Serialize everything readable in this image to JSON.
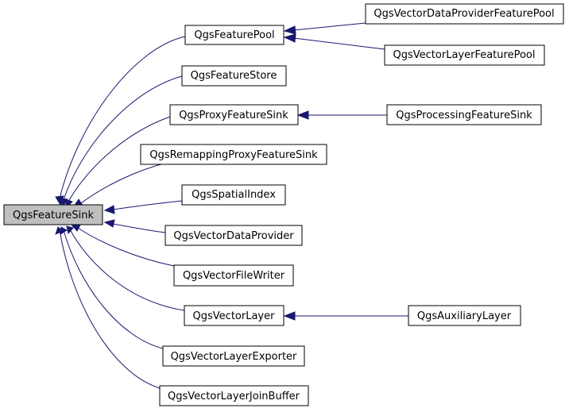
{
  "diagram": {
    "nodes": {
      "root": "QgsFeatureSink",
      "n1": "QgsFeaturePool",
      "n2": "QgsFeatureStore",
      "n3": "QgsProxyFeatureSink",
      "n4": "QgsRemappingProxyFeatureSink",
      "n5": "QgsSpatialIndex",
      "n6": "QgsVectorDataProvider",
      "n7": "QgsVectorFileWriter",
      "n8": "QgsVectorLayer",
      "n9": "QgsVectorLayerExporter",
      "n10": "QgsVectorLayerJoinBuffer",
      "n11": "QgsVectorDataProviderFeaturePool",
      "n12": "QgsVectorLayerFeaturePool",
      "n13": "QgsProcessingFeatureSink",
      "n14": "QgsAuxiliaryLayer"
    },
    "edges": [
      [
        "n1",
        "root"
      ],
      [
        "n2",
        "root"
      ],
      [
        "n3",
        "root"
      ],
      [
        "n4",
        "root"
      ],
      [
        "n5",
        "root"
      ],
      [
        "n6",
        "root"
      ],
      [
        "n7",
        "root"
      ],
      [
        "n8",
        "root"
      ],
      [
        "n9",
        "root"
      ],
      [
        "n10",
        "root"
      ],
      [
        "n11",
        "n1"
      ],
      [
        "n12",
        "n1"
      ],
      [
        "n13",
        "n3"
      ],
      [
        "n14",
        "n8"
      ]
    ],
    "colors": {
      "edge": "#191970",
      "root_fill": "#bfbfbf",
      "node_fill": "#ffffff"
    }
  }
}
